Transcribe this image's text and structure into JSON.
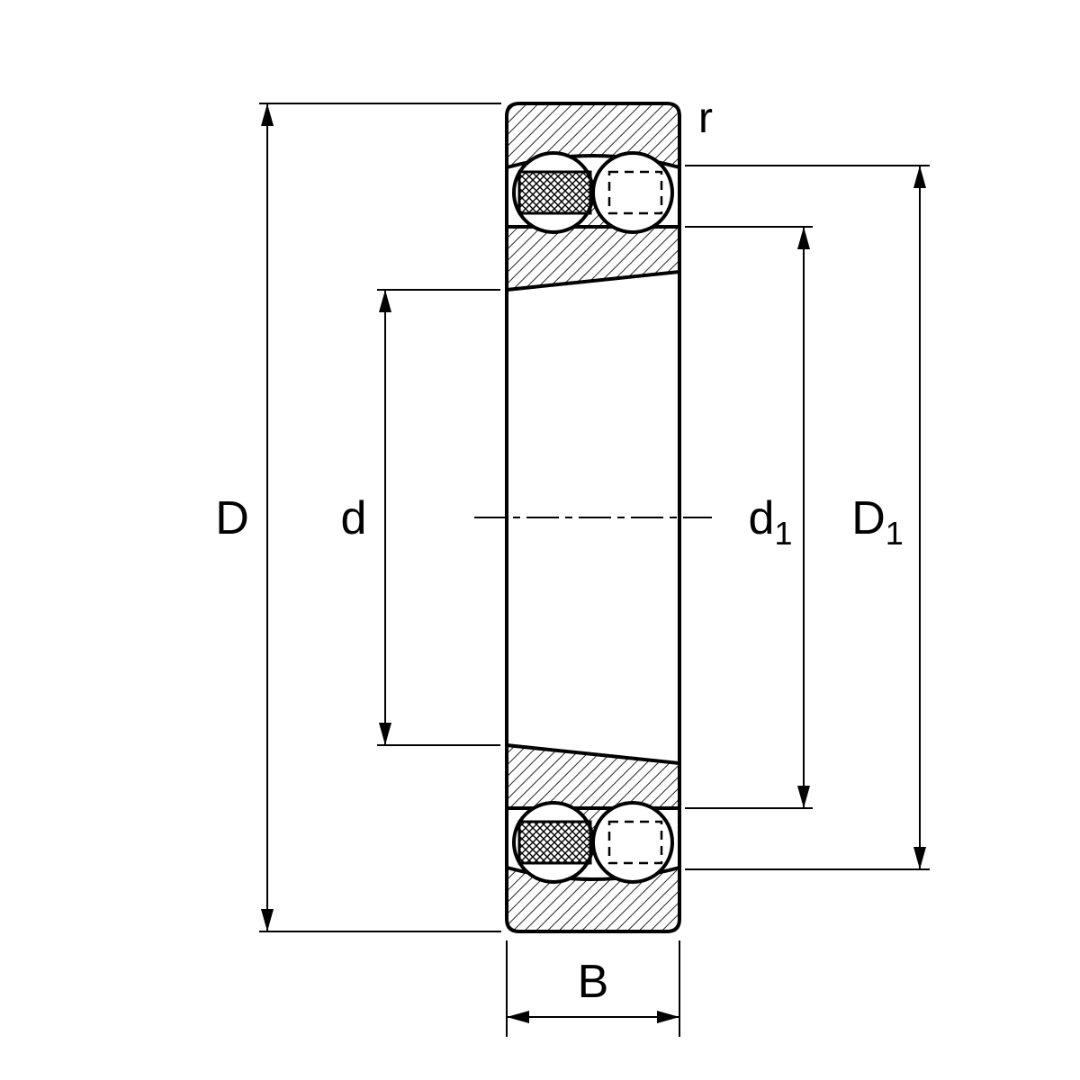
{
  "drawing": {
    "background": "#ffffff",
    "line_color": "#000000",
    "dimension_labels": {
      "D": "D",
      "d": "d",
      "d1_base": "d",
      "d1_sub": "1",
      "D1_base": "D",
      "D1_sub": "1",
      "B": "B",
      "r": "r"
    }
  }
}
